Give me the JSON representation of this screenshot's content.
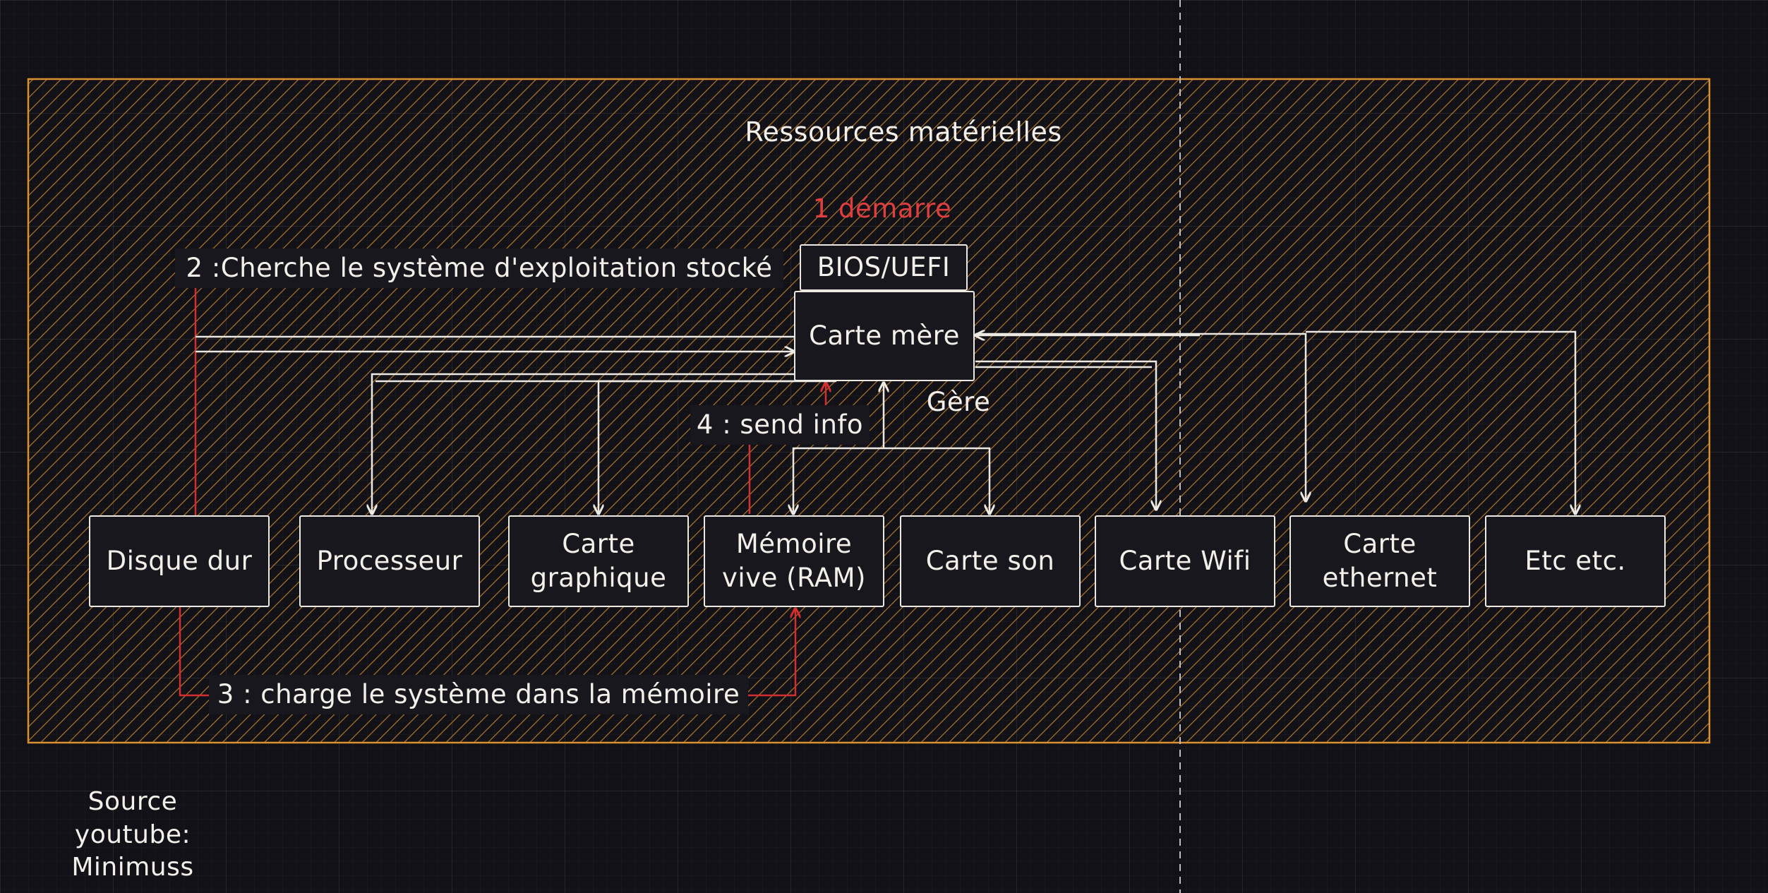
{
  "diagram": {
    "container_label": "Ressources matérielles",
    "nodes": {
      "bios": "BIOS/UEFI",
      "motherboard": "Carte mère",
      "hard_disk": "Disque dur",
      "cpu": "Processeur",
      "gpu": "Carte graphique",
      "ram": "Mémoire vive (RAM)",
      "sound": "Carte son",
      "wifi": "Carte Wifi",
      "ethernet": "Carte ethernet",
      "etc": "Etc etc."
    },
    "edge_labels": {
      "step1": "1 démarre",
      "step2": "2 :Cherche le système d'exploitation stocké",
      "step3": "3 : charge le système dans la mémoire",
      "step4": "4 : send info",
      "manages": "Gère"
    },
    "source_note": "Source youtube: Minimuss"
  },
  "colors": {
    "background": "#121117",
    "hatch": "#d9902e",
    "container_border": "#d9902e",
    "node_fill": "#18171e",
    "node_border": "#ece9e2",
    "connector": "#ece9e2",
    "red_connector": "#d42f2f",
    "red_text": "#e03e3e",
    "divider": "#bdbdbd"
  }
}
